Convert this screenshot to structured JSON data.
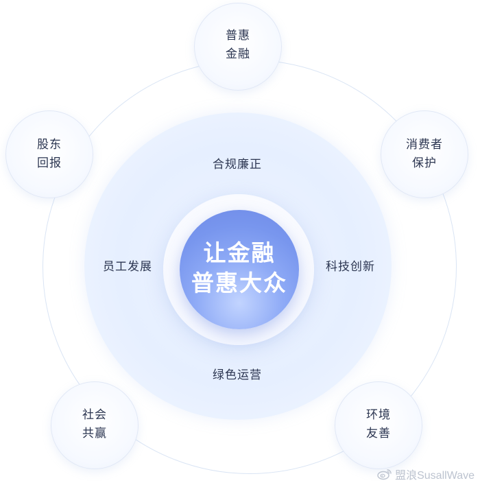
{
  "center": {
    "line1": "让金融",
    "line2": "普惠大众"
  },
  "values": {
    "top": "合规廉正",
    "left": "员工发展",
    "right": "科技创新",
    "bottom": "绿色运营"
  },
  "pillars": [
    {
      "line1": "普惠",
      "line2": "金融"
    },
    {
      "line1": "消费者",
      "line2": "保护"
    },
    {
      "line1": "环境",
      "line2": "友善"
    },
    {
      "line1": "社会",
      "line2": "共赢"
    },
    {
      "line1": "股东",
      "line2": "回报"
    }
  ],
  "watermark": {
    "text": "盟浪SusallWave"
  },
  "colors": {
    "core": "#7896ee",
    "text": "#2b3550",
    "ring": "#d9e4f4",
    "disc": "#e6efff"
  }
}
